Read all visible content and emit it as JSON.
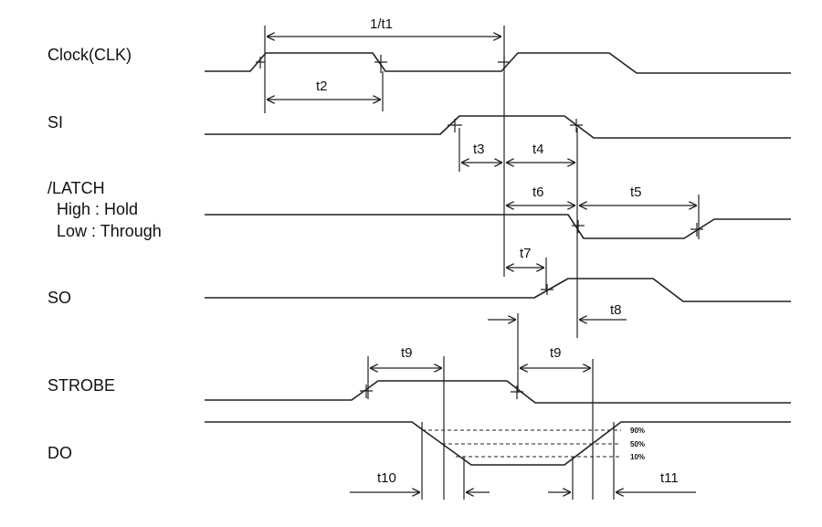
{
  "signals": [
    {
      "id": "clk",
      "label": "Clock(CLK)"
    },
    {
      "id": "si",
      "label": "SI"
    },
    {
      "id": "latch",
      "label": "/LATCH",
      "sub": [
        "High : Hold",
        "Low : Through"
      ]
    },
    {
      "id": "so",
      "label": "SO"
    },
    {
      "id": "strobe",
      "label": "STROBE"
    },
    {
      "id": "do",
      "label": "DO"
    }
  ],
  "timings": {
    "t1": "1/t1",
    "t2": "t2",
    "t3": "t3",
    "t4": "t4",
    "t5": "t5",
    "t6": "t6",
    "t7": "t7",
    "t8": "t8",
    "t9a": "t9",
    "t9b": "t9",
    "t10": "t10",
    "t11": "t11"
  },
  "levels": {
    "p90": "90%",
    "p50": "50%",
    "p10": "10%"
  },
  "colors": {
    "ink": "#222222",
    "background": "#ffffff"
  }
}
